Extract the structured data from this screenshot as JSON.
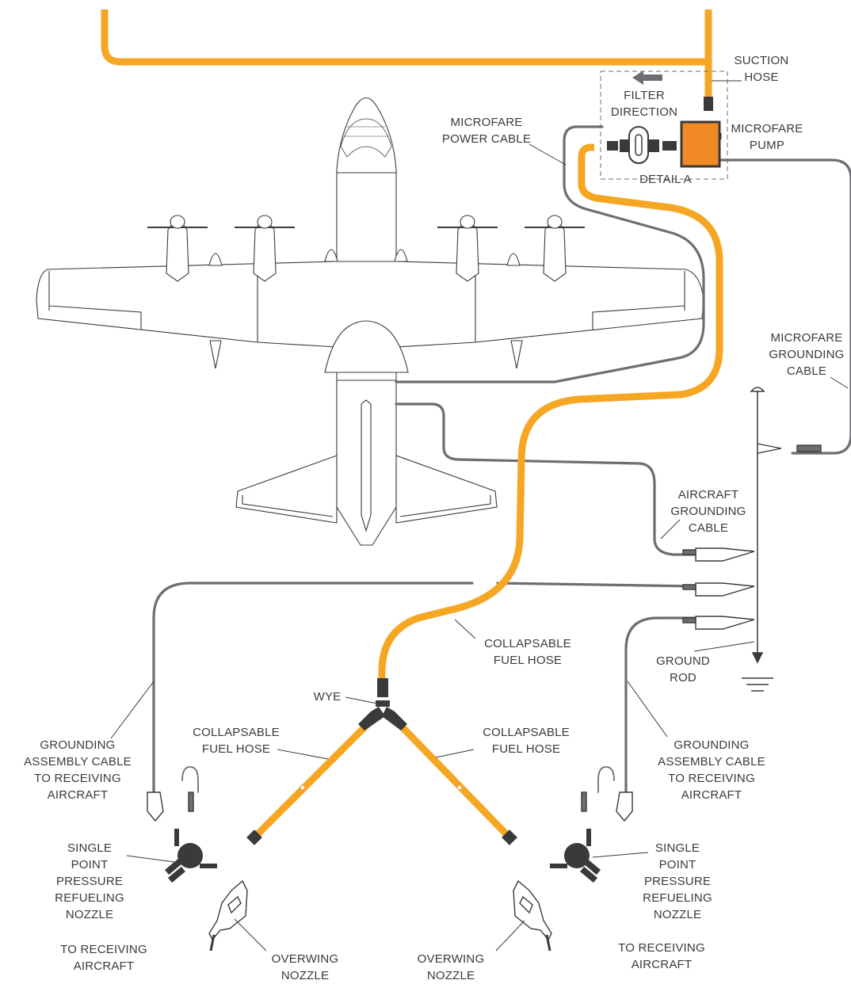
{
  "labels": {
    "suction_hose": [
      "SUCTION",
      "HOSE"
    ],
    "filter_direction": [
      "FILTER",
      "DIRECTION"
    ],
    "microfare_power_cable": [
      "MICROFARE",
      "POWER CABLE"
    ],
    "microfare_pump": [
      "MICROFARE",
      "PUMP"
    ],
    "detail_a": "DETAIL  A",
    "microfare_grounding_cable": [
      "MICROFARE",
      "GROUNDING",
      "CABLE"
    ],
    "aircraft_grounding_cable": [
      "AIRCRAFT",
      "GROUNDING",
      "CABLE"
    ],
    "collapsable_fuel_hose_main": [
      "COLLAPSABLE",
      "FUEL HOSE"
    ],
    "ground_rod": [
      "GROUND",
      "ROD"
    ],
    "wye": "WYE",
    "collapsable_fuel_hose_left": [
      "COLLAPSABLE",
      "FUEL HOSE"
    ],
    "collapsable_fuel_hose_right": [
      "COLLAPSABLE",
      "FUEL HOSE"
    ],
    "grounding_assembly_left": [
      "GROUNDING",
      "ASSEMBLY CABLE",
      "TO RECEIVING",
      "AIRCRAFT"
    ],
    "grounding_assembly_right": [
      "GROUNDING",
      "ASSEMBLY CABLE",
      "TO RECEIVING",
      "AIRCRAFT"
    ],
    "spr_nozzle_left": [
      "SINGLE",
      "POINT",
      "PRESSURE",
      "REFUELING",
      "NOZZLE"
    ],
    "spr_nozzle_right": [
      "SINGLE",
      "POINT",
      "PRESSURE",
      "REFUELING",
      "NOZZLE"
    ],
    "to_receiving_left": [
      "TO RECEIVING",
      "AIRCRAFT"
    ],
    "to_receiving_right": [
      "TO RECEIVING",
      "AIRCRAFT"
    ],
    "overwing_left": [
      "OVERWING",
      "NOZZLE"
    ],
    "overwing_right": [
      "OVERWING",
      "NOZZLE"
    ]
  },
  "colors": {
    "fuel_hose": "#f5a623",
    "pump": "#f08a24",
    "cable": "#6d6e71",
    "outline": "#3a3a3a"
  }
}
